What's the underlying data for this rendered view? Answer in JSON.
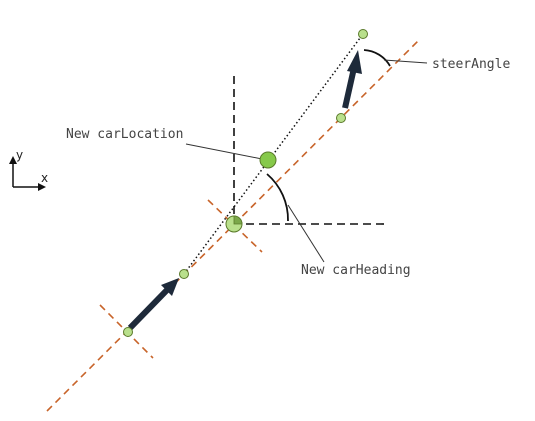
{
  "labels": {
    "steer_angle": "steerAngle",
    "new_car_location": "New carLocation",
    "new_car_heading": "New carHeading"
  },
  "axes": {
    "y_label": "y",
    "x_label": "x"
  },
  "colors": {
    "orange_dashed_line": "#c8642a",
    "point_fill": "#b9e08c",
    "point_stroke": "#5a7a2a",
    "new_location_fill": "#86c94a",
    "arrow": "#1e2a3a",
    "black_lines": "#111111",
    "leader_line": "#333333"
  }
}
